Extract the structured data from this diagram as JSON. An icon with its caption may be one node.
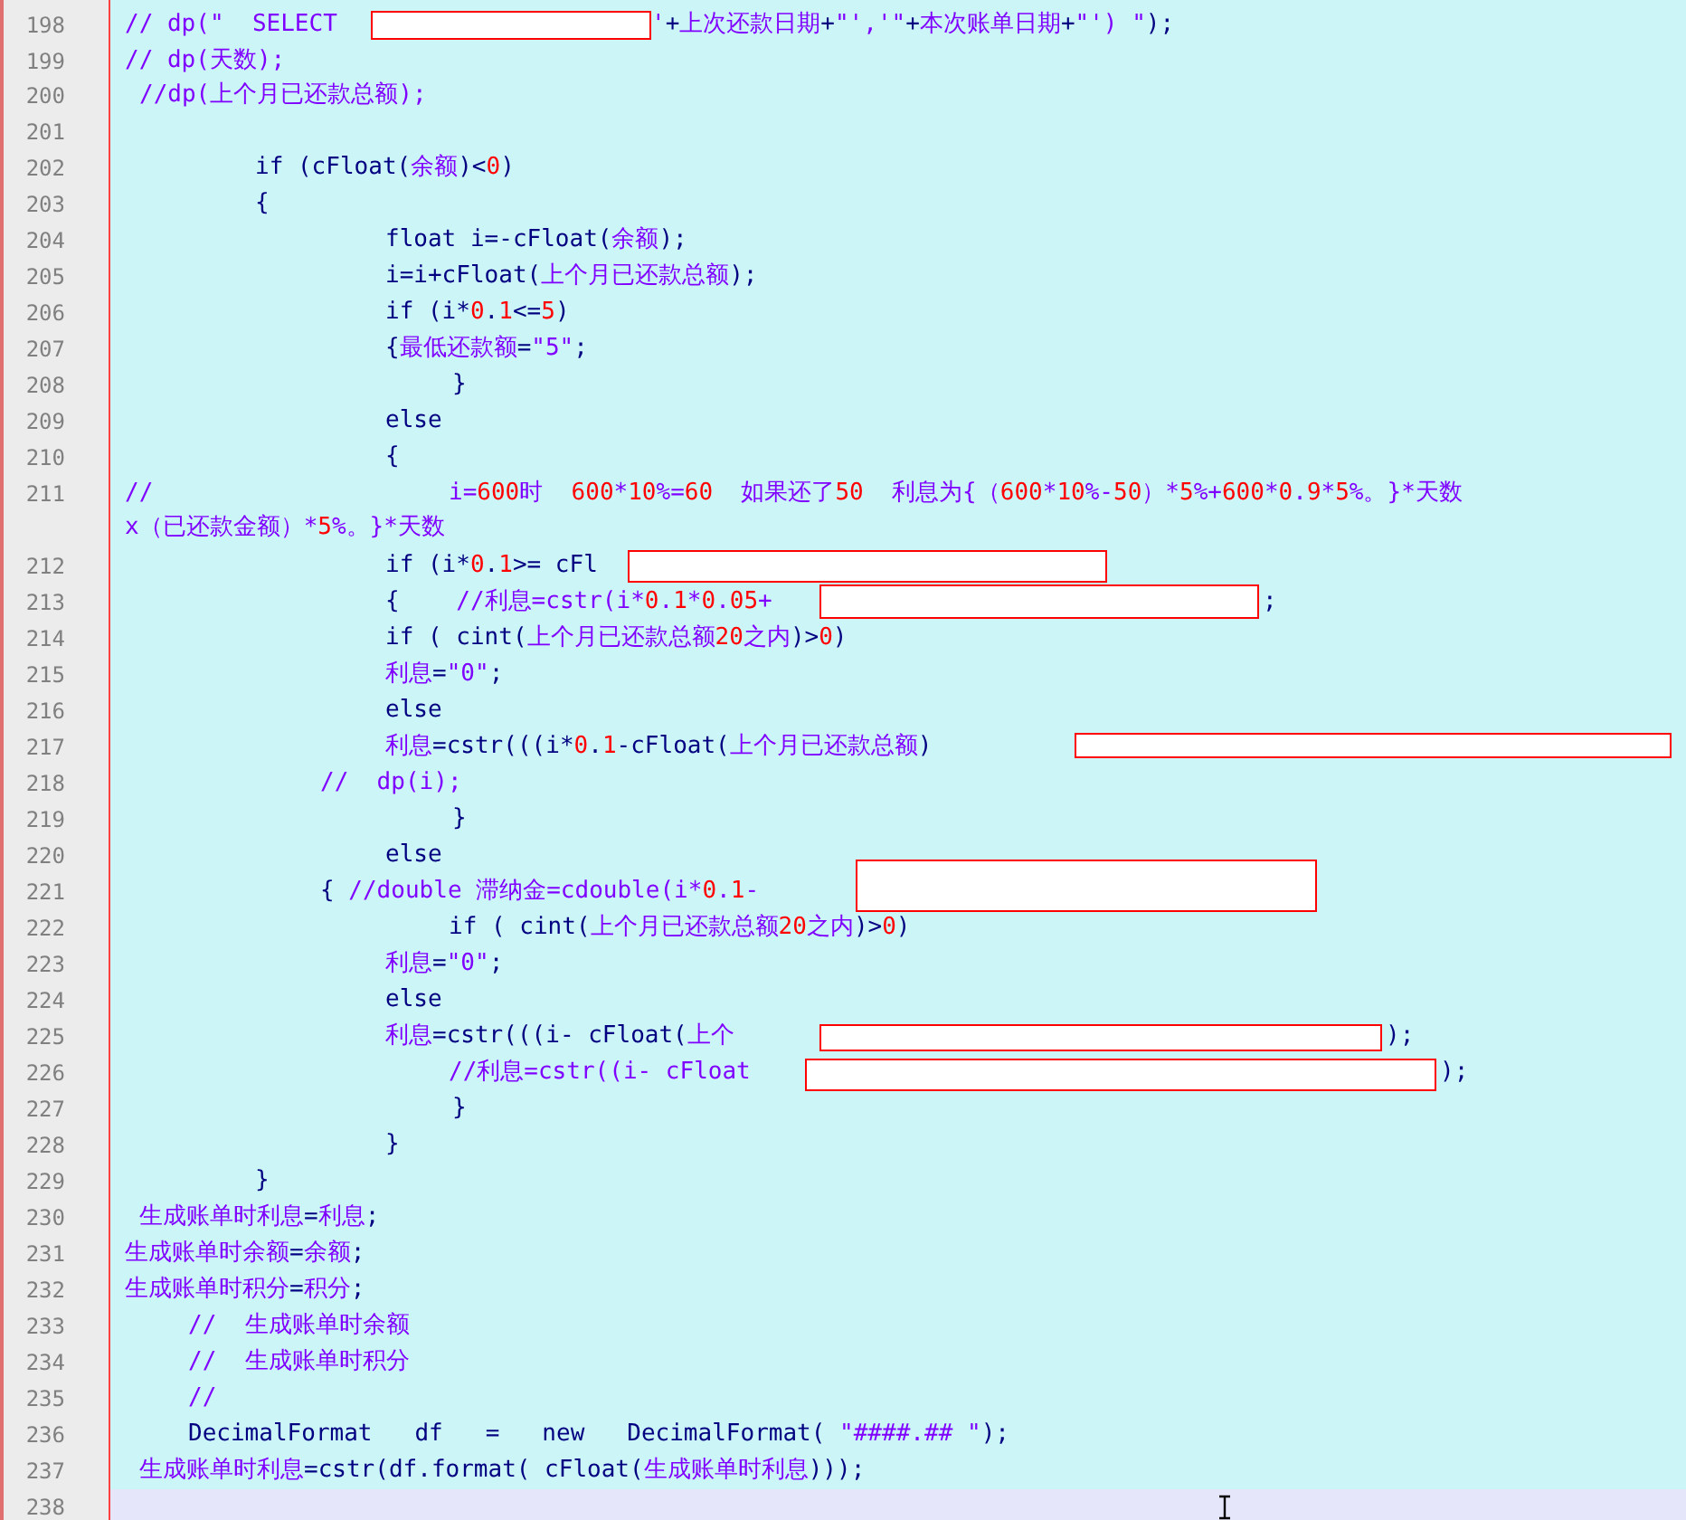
{
  "diagram": {
    "labels": [
      "198",
      "// dp(\"  SELECT",
      "'+上次还款日期+\"','\"+本次账单日期+\"') \");",
      "199",
      "// dp(天数);",
      "200",
      "//dp(上个月已还款总额);",
      "201",
      "202",
      "if (cFloat(余额)<0)",
      "203",
      "{",
      "204",
      "float i=-cFloat(余额);",
      "205",
      "i=i+cFloat(上个月已还款总额);",
      "206",
      "if (i*0.1<=5)",
      "207",
      "{最低还款额=\"5\";",
      "208",
      "}",
      "209",
      "else",
      "210",
      "{",
      "211",
      "//",
      "i=600时  600*10%=60  如果还了50  利息为{（600*10%-50）*5%+600*0.9*5%。}*天数",
      "x（已还款金额）*5%。}*天数",
      "212",
      "if (i*0.1>= cFl",
      "213",
      "{    //利息=cstr(i*0.1*0.05+",
      ";",
      "214",
      "if ( cint(上个月已还款总额20之内)>0)",
      "215",
      "利息=\"0\";",
      "216",
      "else",
      "217",
      "利息=cstr(((i*0.1-cFloat(上个月已还款总额)",
      "218",
      "//  dp(i);",
      "219",
      "}",
      "220",
      "else",
      "221",
      "{ //double 滞纳金=cdouble(i*0.1-",
      "222",
      "if ( cint(上个月已还款总额20之内)>0)",
      "223",
      "利息=\"0\";",
      "224",
      "else",
      "225",
      "利息=cstr(((i- cFloat(上个",
      ");",
      "226",
      "//利息=cstr((i- cFloat",
      ");",
      "227",
      "}",
      "228",
      "}",
      "229",
      "}",
      "230",
      "生成账单时利息=利息;",
      "231",
      "生成账单时余额=余额;",
      "232",
      "生成账单时积分=积分;",
      "233",
      "//  生成账单时余额",
      "234",
      "//  生成账单时积分",
      "235",
      "//",
      "236",
      "DecimalFormat   df   =   new   DecimalFormat( \"####.## \");",
      "237",
      "生成账单时利息=cstr(df.format( cFloat(生成账单时利息)));",
      "238"
    ]
  }
}
